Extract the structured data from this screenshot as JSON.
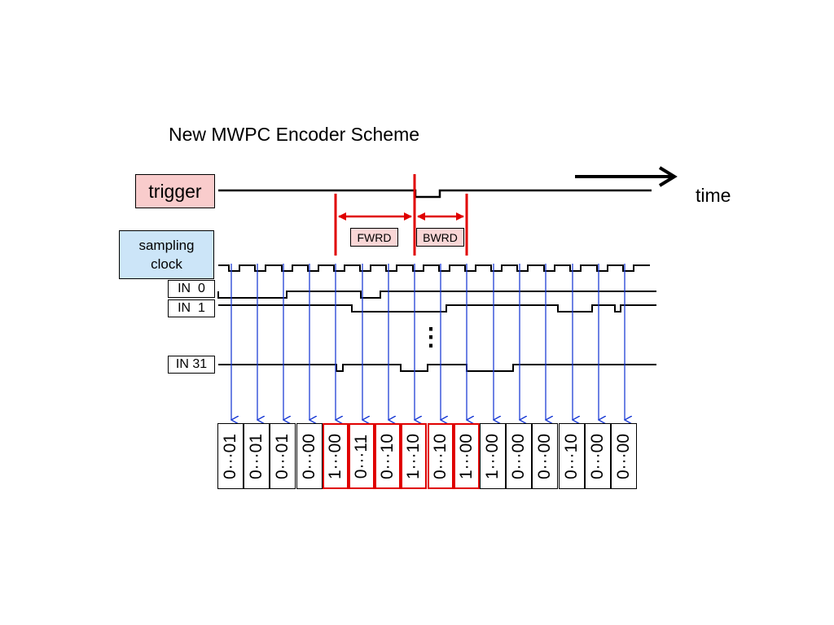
{
  "title": "New MWPC Encoder Scheme",
  "labels": {
    "trigger": "trigger",
    "sampling_clock": "sampling clock",
    "time": "time",
    "in0": "IN  0",
    "in1": "IN  1",
    "in31": "IN 31",
    "fwrd": "FWRD",
    "bwrd": "BWRD",
    "ellipsis": "⋮"
  },
  "colors": {
    "highlight": "#e00000",
    "arrow_blue": "#1f3fd6",
    "trigger_fill": "#f9cccc",
    "clock_fill": "#cce5f8"
  },
  "samples": [
    {
      "value": "0···01",
      "highlight": false
    },
    {
      "value": "0···01",
      "highlight": false
    },
    {
      "value": "0···01",
      "highlight": false
    },
    {
      "value": "0···00",
      "highlight": false
    },
    {
      "value": "1···00",
      "highlight": true
    },
    {
      "value": "0···11",
      "highlight": true
    },
    {
      "value": "0···10",
      "highlight": true
    },
    {
      "value": "1···10",
      "highlight": true
    },
    {
      "value": "0···10",
      "highlight": true
    },
    {
      "value": "1···00",
      "highlight": true
    },
    {
      "value": "1···00",
      "highlight": false
    },
    {
      "value": "0···00",
      "highlight": false
    },
    {
      "value": "0···00",
      "highlight": false
    },
    {
      "value": "0···10",
      "highlight": false
    },
    {
      "value": "0···00",
      "highlight": false
    },
    {
      "value": "0···00",
      "highlight": false
    }
  ]
}
